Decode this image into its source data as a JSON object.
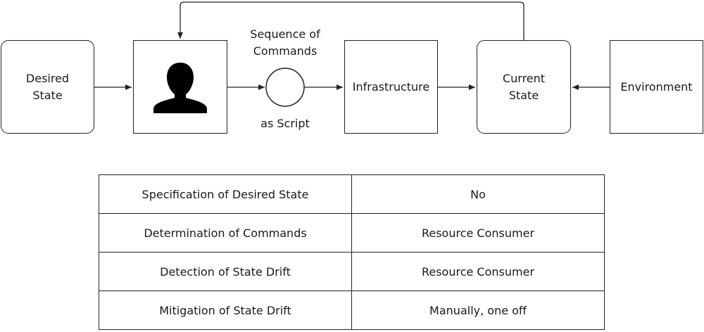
{
  "nodes": {
    "desired_state": "Desired\nState",
    "actor_icon": "person-icon",
    "infrastructure": "Infrastructure",
    "current_state": "Current\nState",
    "environment": "Environment"
  },
  "labels": {
    "sequence_of_commands": "Sequence of\nCommands",
    "as_script": "as Script"
  },
  "table": {
    "rows": [
      {
        "property": "Specification of Desired State",
        "value": "No"
      },
      {
        "property": "Determination of Commands",
        "value": "Resource Consumer"
      },
      {
        "property": "Detection of State Drift",
        "value": "Resource Consumer"
      },
      {
        "property": "Mitigation of State Drift",
        "value": "Manually, one off"
      }
    ]
  }
}
